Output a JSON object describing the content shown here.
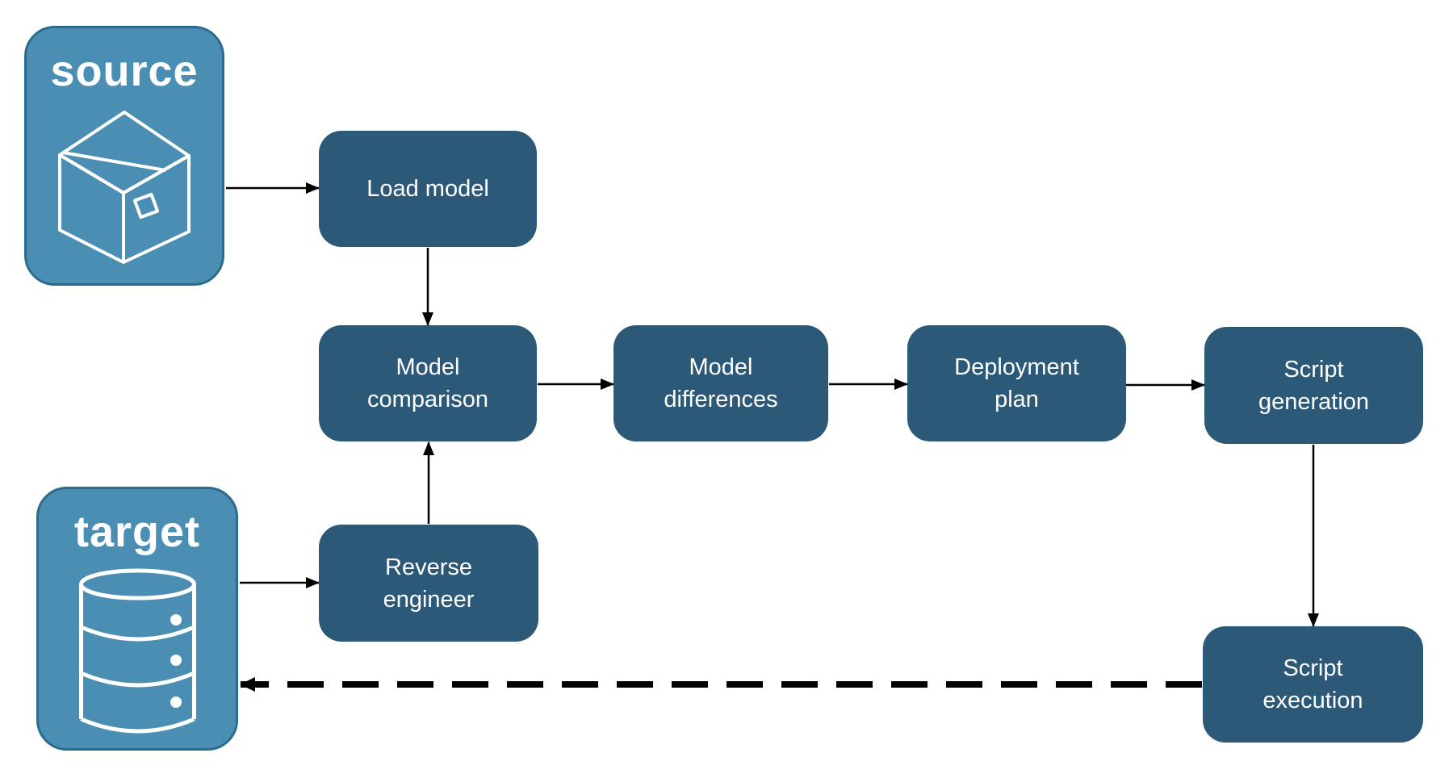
{
  "diagram": {
    "background": "#FFFFFF",
    "colors": {
      "process_fill": "#2C5977",
      "endpoint_fill": "#4A8FB3",
      "endpoint_border": "#2B6B8E",
      "arrow_color": "#000000",
      "label_color": "#FFFFFF"
    },
    "nodes": {
      "source": {
        "label": "source",
        "icon": "package-icon"
      },
      "target": {
        "label": "target",
        "icon": "database-icon"
      },
      "load_model": {
        "label": "Load model"
      },
      "model_comparison": {
        "label": "Model\ncomparison"
      },
      "model_differences": {
        "label": "Model\ndifferences"
      },
      "deployment_plan": {
        "label": "Deployment\nplan"
      },
      "script_generation": {
        "label": "Script\ngeneration"
      },
      "reverse_engineer": {
        "label": "Reverse\nengineer"
      },
      "script_execution": {
        "label": "Script\nexecution"
      }
    },
    "edges": [
      {
        "from": "source",
        "to": "load_model",
        "style": "solid"
      },
      {
        "from": "load_model",
        "to": "model_comparison",
        "style": "solid"
      },
      {
        "from": "model_comparison",
        "to": "model_differences",
        "style": "solid"
      },
      {
        "from": "model_differences",
        "to": "deployment_plan",
        "style": "solid"
      },
      {
        "from": "deployment_plan",
        "to": "script_generation",
        "style": "solid"
      },
      {
        "from": "script_generation",
        "to": "script_execution",
        "style": "solid"
      },
      {
        "from": "target",
        "to": "reverse_engineer",
        "style": "solid"
      },
      {
        "from": "reverse_engineer",
        "to": "model_comparison",
        "style": "solid"
      },
      {
        "from": "script_execution",
        "to": "target",
        "style": "dashed"
      }
    ]
  }
}
